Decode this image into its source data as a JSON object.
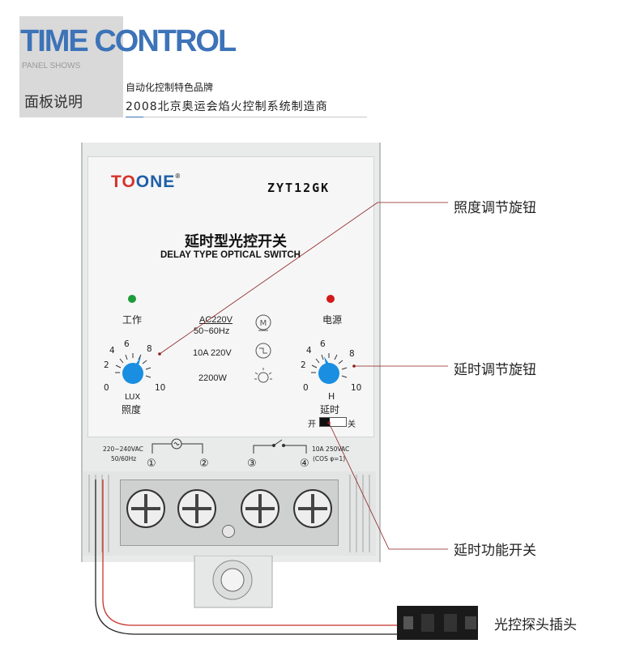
{
  "header": {
    "title": "TIME CONTROL",
    "subtitle": "PANEL SHOWS",
    "panel_label": "面板说明",
    "tagline": "自动化控制特色品牌",
    "tagline2": "2008北京奥运会焰火控制系统制造商"
  },
  "device": {
    "brand": "TOONE",
    "model": "ZYT12GK",
    "title_cn": "延时型光控开关",
    "title_en": "DELAY TYPE OPTICAL SWITCH",
    "led_work_label": "工作",
    "led_power_label": "电源",
    "specs": [
      "AC220V",
      "50~60Hz",
      "10A  220V",
      "2200W"
    ],
    "lux_knob": {
      "scale": [
        "0",
        "2",
        "4",
        "6",
        "8",
        "10"
      ],
      "unit": "LUX",
      "label": "照度"
    },
    "delay_knob": {
      "scale": [
        "0",
        "2",
        "4",
        "6",
        "8",
        "10"
      ],
      "unit": "H",
      "label": "延时"
    },
    "switch": {
      "on": "开",
      "off": "关"
    },
    "terminal_left": [
      "220~240VAC",
      "50/60Hz"
    ],
    "terminal_right": [
      "10A 250VAC",
      "(COS φ=1)"
    ],
    "terminal_numbers": [
      "①",
      "②",
      "③",
      "④"
    ]
  },
  "callouts": {
    "lux_knob": "照度调节旋钮",
    "delay_knob": "延时调节旋钮",
    "delay_switch": "延时功能开关",
    "probe_plug": "光控探头插头"
  },
  "colors": {
    "title_blue": "#3d73b8",
    "knob_blue": "#1a8ee0",
    "led_green": "#1e9b3a",
    "led_red": "#d21a1a",
    "brand_red": "#d6322b",
    "brand_blue": "#1f5fa8"
  }
}
